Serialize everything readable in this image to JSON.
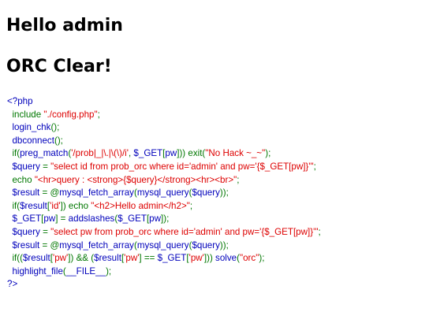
{
  "headings": {
    "hello": "Hello admin",
    "clear": "ORC Clear!"
  },
  "colors": {
    "keyword": "#007700",
    "string": "#DD0000",
    "default": "#0000BB"
  },
  "source": {
    "lines": [
      [
        [
          "def",
          "<?php"
        ]
      ],
      [
        [
          "kw",
          "  include "
        ],
        [
          "str",
          "\"./config.php\""
        ],
        [
          "kw",
          ";"
        ]
      ],
      [
        [
          "def",
          "  login_chk"
        ],
        [
          "kw",
          "();"
        ]
      ],
      [
        [
          "def",
          "  dbconnect"
        ],
        [
          "kw",
          "();"
        ]
      ],
      [
        [
          "kw",
          "  if("
        ],
        [
          "def",
          "preg_match"
        ],
        [
          "kw",
          "("
        ],
        [
          "str",
          "'/prob|_|\\.|\\(\\)/i'"
        ],
        [
          "kw",
          ", "
        ],
        [
          "def",
          "$_GET"
        ],
        [
          "kw",
          "["
        ],
        [
          "def",
          "pw"
        ],
        [
          "kw",
          "])) exit("
        ],
        [
          "str",
          "\"No Hack ~_~\""
        ],
        [
          "kw",
          ");"
        ]
      ],
      [
        [
          "def",
          "  $query "
        ],
        [
          "kw",
          "= "
        ],
        [
          "str",
          "\"select id from prob_orc where id='admin' and pw='{$_GET[pw]}'\""
        ],
        [
          "kw",
          ";"
        ]
      ],
      [
        [
          "kw",
          "  echo "
        ],
        [
          "str",
          "\"<hr>query : <strong>{$query}</strong><hr><br>\""
        ],
        [
          "kw",
          ";"
        ]
      ],
      [
        [
          "def",
          "  $result "
        ],
        [
          "kw",
          "= @"
        ],
        [
          "def",
          "mysql_fetch_array"
        ],
        [
          "kw",
          "("
        ],
        [
          "def",
          "mysql_query"
        ],
        [
          "kw",
          "("
        ],
        [
          "def",
          "$query"
        ],
        [
          "kw",
          "));"
        ]
      ],
      [
        [
          "kw",
          "  if("
        ],
        [
          "def",
          "$result"
        ],
        [
          "kw",
          "["
        ],
        [
          "str",
          "'id'"
        ],
        [
          "kw",
          "]) echo "
        ],
        [
          "str",
          "\"<h2>Hello admin</h2>\""
        ],
        [
          "kw",
          ";"
        ]
      ],
      [
        [
          "def",
          "  $_GET"
        ],
        [
          "kw",
          "["
        ],
        [
          "def",
          "pw"
        ],
        [
          "kw",
          "] = "
        ],
        [
          "def",
          "addslashes"
        ],
        [
          "kw",
          "("
        ],
        [
          "def",
          "$_GET"
        ],
        [
          "kw",
          "["
        ],
        [
          "def",
          "pw"
        ],
        [
          "kw",
          "]);"
        ]
      ],
      [
        [
          "def",
          "  $query "
        ],
        [
          "kw",
          "= "
        ],
        [
          "str",
          "\"select pw from prob_orc where id='admin' and pw='{$_GET[pw]}'\""
        ],
        [
          "kw",
          ";"
        ]
      ],
      [
        [
          "def",
          "  $result "
        ],
        [
          "kw",
          "= @"
        ],
        [
          "def",
          "mysql_fetch_array"
        ],
        [
          "kw",
          "("
        ],
        [
          "def",
          "mysql_query"
        ],
        [
          "kw",
          "("
        ],
        [
          "def",
          "$query"
        ],
        [
          "kw",
          "));"
        ]
      ],
      [
        [
          "kw",
          "  if(("
        ],
        [
          "def",
          "$result"
        ],
        [
          "kw",
          "["
        ],
        [
          "str",
          "'pw'"
        ],
        [
          "kw",
          "]) && ("
        ],
        [
          "def",
          "$result"
        ],
        [
          "kw",
          "["
        ],
        [
          "str",
          "'pw'"
        ],
        [
          "kw",
          "] == "
        ],
        [
          "def",
          "$_GET"
        ],
        [
          "kw",
          "["
        ],
        [
          "str",
          "'pw'"
        ],
        [
          "kw",
          "])) "
        ],
        [
          "def",
          "solve"
        ],
        [
          "kw",
          "("
        ],
        [
          "str",
          "\"orc\""
        ],
        [
          "kw",
          ");"
        ]
      ],
      [
        [
          "def",
          "  highlight_file"
        ],
        [
          "kw",
          "("
        ],
        [
          "def",
          "__FILE__"
        ],
        [
          "kw",
          ");"
        ]
      ],
      [
        [
          "def",
          "?>"
        ]
      ]
    ]
  }
}
